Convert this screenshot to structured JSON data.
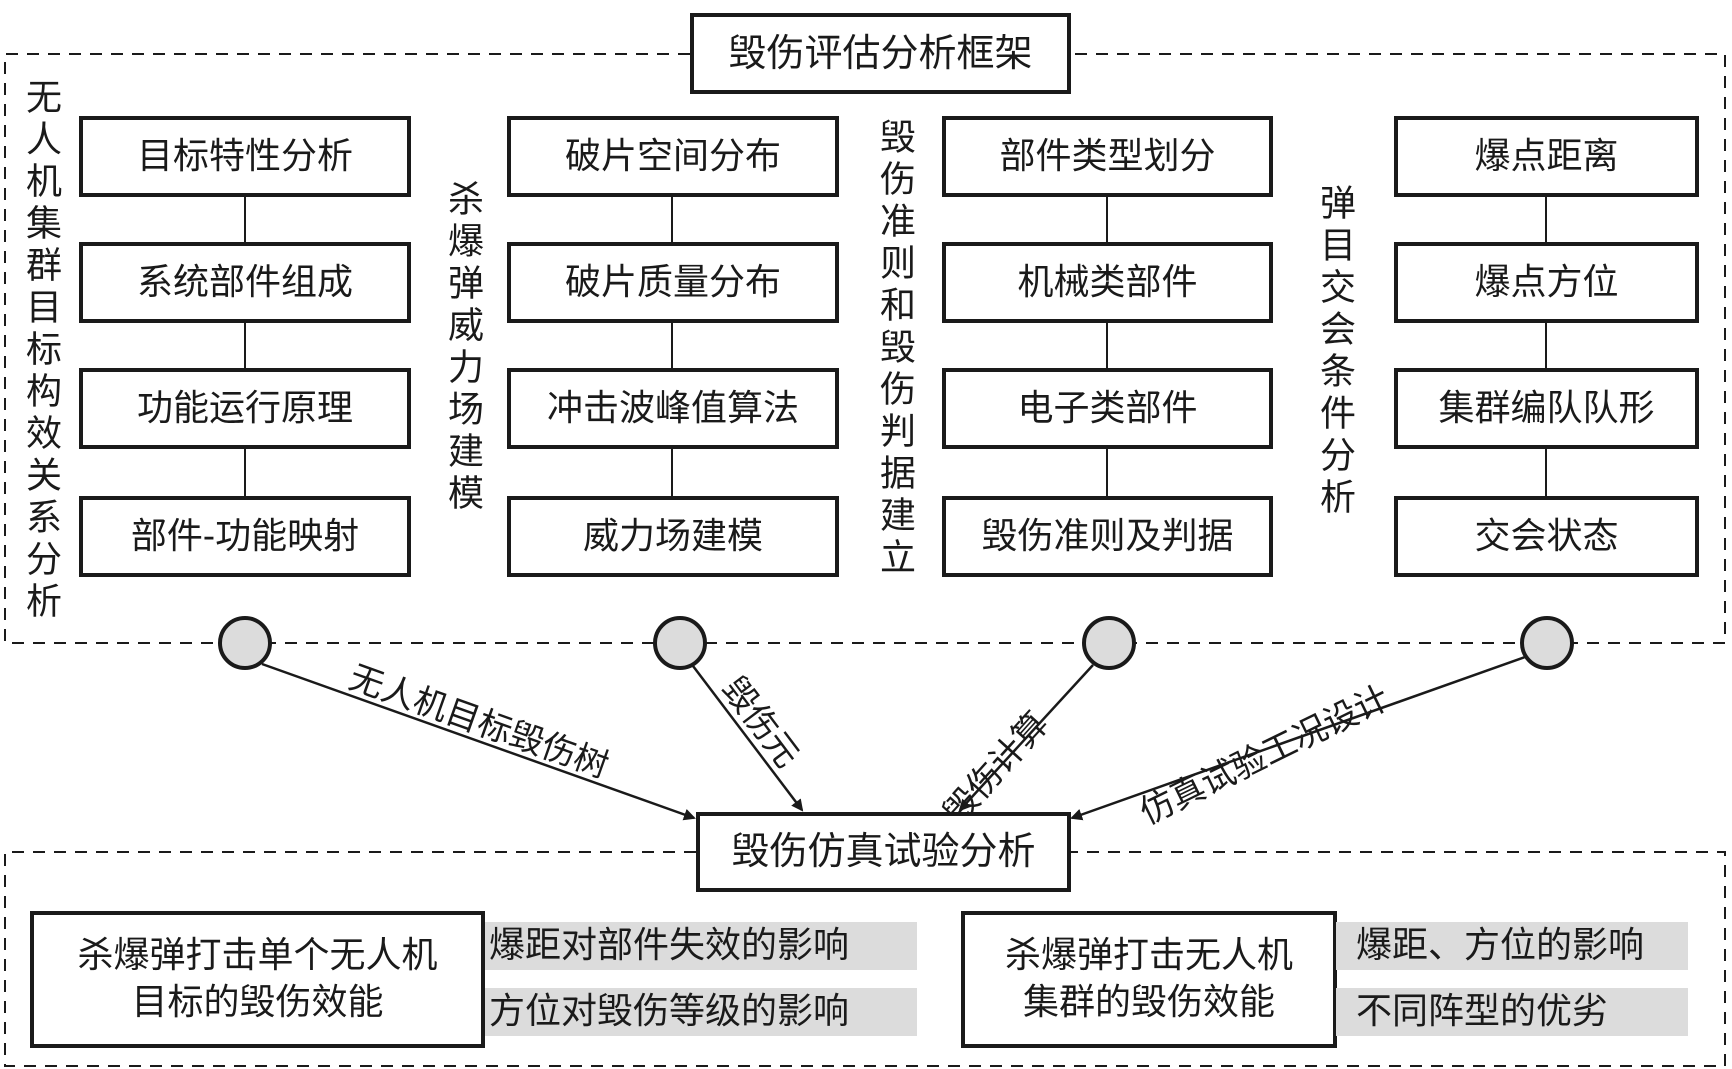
{
  "title": "毁伤评估分析框架",
  "columns": [
    {
      "side_label": "无人机集群目标构效关系分析",
      "steps": [
        "目标特性分析",
        "系统部件组成",
        "功能运行原理",
        "部件-功能映射"
      ]
    },
    {
      "side_label": "杀爆弹威力场建模",
      "steps": [
        "破片空间分布",
        "破片质量分布",
        "冲击波峰值算法",
        "威力场建模"
      ]
    },
    {
      "side_label": "毁伤准则和毁伤判据建立",
      "steps": [
        "部件类型划分",
        "机械类部件",
        "电子类部件",
        "毁伤准则及判据"
      ]
    },
    {
      "side_label": "弹目交会条件分析",
      "steps": [
        "爆点距离",
        "爆点方位",
        "集群编队队形",
        "交会状态"
      ]
    }
  ],
  "edges": [
    {
      "label": "无人机目标毁伤树"
    },
    {
      "label": "毁伤元"
    },
    {
      "label": "毁伤计算"
    },
    {
      "label": "仿真试验工况设计"
    }
  ],
  "analysis": {
    "title": "毁伤仿真试验分析",
    "cases": [
      {
        "title_line1": "杀爆弹打击单个无人机",
        "title_line2": "目标的毁伤效能",
        "effects": [
          "爆距对部件失效的影响",
          "方位对毁伤等级的影响"
        ]
      },
      {
        "title_line1": "杀爆弹打击无人机",
        "title_line2": "集群的毁伤效能",
        "effects": [
          "爆距、方位的影响",
          "不同阵型的优劣"
        ]
      }
    ]
  },
  "colors": {
    "stroke": "#1a1a1a",
    "node_fill": "#dcdcdc",
    "highlight_fill": "#dcdcdc"
  }
}
